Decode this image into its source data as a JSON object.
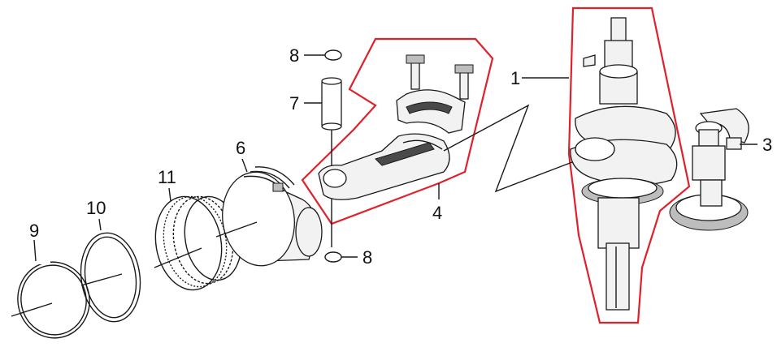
{
  "diagram": {
    "callouts": {
      "c1": "1",
      "c3": "3",
      "c4": "4",
      "c6": "6",
      "c7": "7",
      "c8_top": "8",
      "c8_bottom": "8",
      "c9": "9",
      "c10": "10",
      "c11": "11"
    },
    "highlight_color": "#e0202a"
  }
}
